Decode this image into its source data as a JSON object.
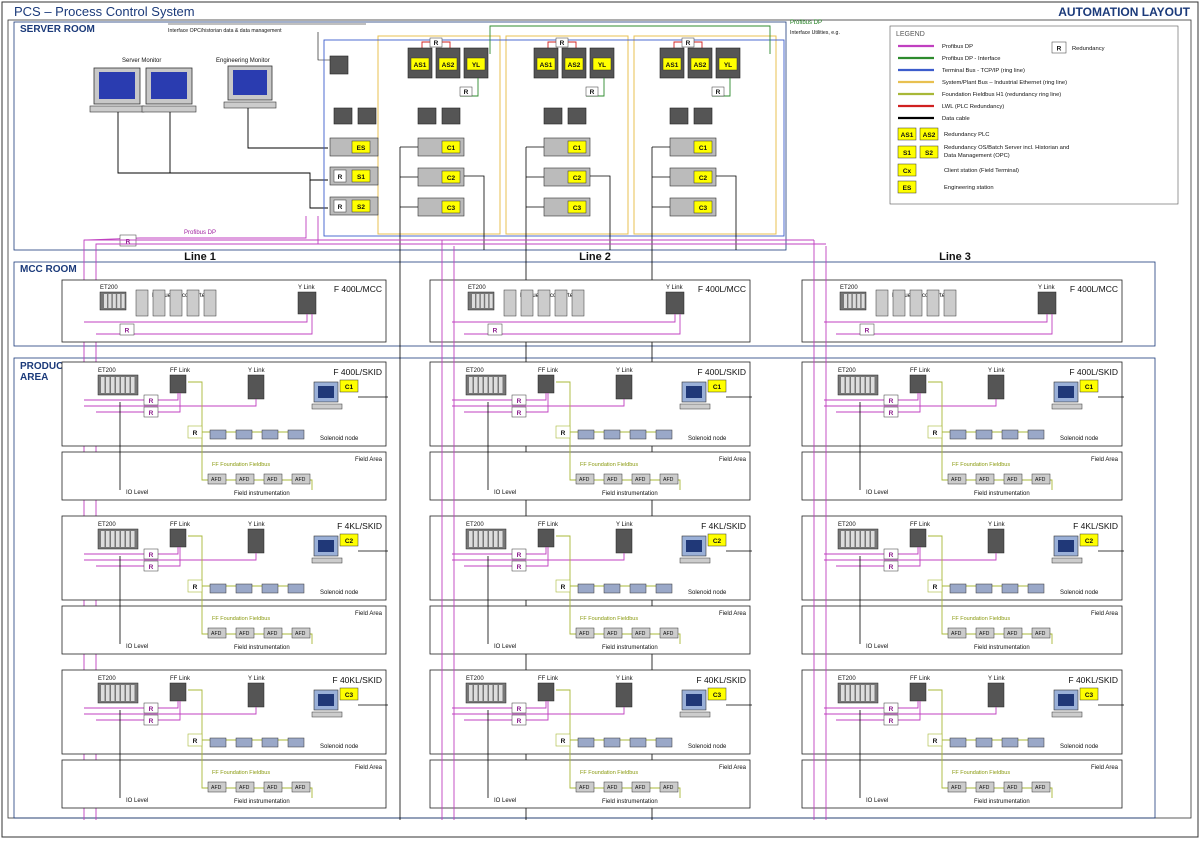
{
  "title": "PCS – Process Control System",
  "layout_title": "AUTOMATION LAYOUT",
  "sections": {
    "server_room": "SERVER ROOM",
    "mcc_room": "MCC ROOM",
    "production_l1": "PRODUCTION",
    "production_l2": "AREA"
  },
  "server": {
    "server_monitor": "Server Monitor",
    "engineering_monitor": "Engineering Monitor",
    "interface_opc": "Interface OPC/historian data & data management",
    "interface_utilities": "Interface Utilities, e.g.",
    "profibus_dp_top": "Profibus DP",
    "profibus_dp_left": "Profibus DP",
    "plc_as1": "AS1",
    "plc_as2": "AS2",
    "plc_yl": "YL",
    "es": "ES",
    "s1": "S1",
    "s2": "S2",
    "c1": "C1",
    "c2": "C2",
    "c3": "C3",
    "r": "R"
  },
  "lines": [
    {
      "name": "Line 1"
    },
    {
      "name": "Line 2"
    },
    {
      "name": "Line 3"
    }
  ],
  "mcc": {
    "et200": "ET200",
    "fc": "Frequency converter",
    "ylink": "Y Link",
    "code": "F 400L/MCC",
    "r": "R"
  },
  "skid_codes": [
    [
      "F 400L/SKID",
      "F 4KL/SKID",
      "F 40KL/SKID"
    ],
    [
      "F 400L/SKID",
      "F 4KL/SKID",
      "F 40KL/SKID"
    ],
    [
      "F 400L/SKID",
      "F 4KL/SKID",
      "F 40KL/SKID"
    ]
  ],
  "skid": {
    "et200": "ET200",
    "fflink": "FF Link",
    "ylink": "Y Link",
    "solenoid": "Solenoid node",
    "r": "R",
    "clients": [
      "C1",
      "C2",
      "C3"
    ]
  },
  "field": {
    "area": "Field Area",
    "ff_fieldbus": "FF Foundation Fieldbus",
    "instr": "Field instrumentation",
    "io_level": "IO Level",
    "device": "AFD"
  },
  "legend": {
    "title": "LEGEND",
    "items": [
      {
        "label": "Profibus DP",
        "color": "#c040c0"
      },
      {
        "label": "Profibus DP - Interface",
        "color": "#2e8b2e"
      },
      {
        "label": "Terminal Bus - TCP/IP (ring line)",
        "color": "#3c5ccc"
      },
      {
        "label": "System/Plant Bus – Industrial Ethernet (ring line)",
        "color": "#e8c050"
      },
      {
        "label": "Foundation Fieldbus H1 (redundancy ring line)",
        "color": "#a8b838"
      },
      {
        "label": "LWL (PLC Redundancy)",
        "color": "#d02020"
      },
      {
        "label": "Data cable",
        "color": "#000000"
      }
    ],
    "redundancy_box": "R",
    "redundancy_label": "Redundancy",
    "boxes": [
      {
        "a": "AS1",
        "b": "AS2",
        "label": "Redundancy PLC"
      },
      {
        "a": "S1",
        "b": "S2",
        "label": "Redundancy OS/Batch Server incl. Historian and Data Management (OPC)"
      },
      {
        "a": "Cx",
        "b": "",
        "label": "Client station (Field Terminal)"
      },
      {
        "a": "ES",
        "b": "",
        "label": "Engineering station"
      }
    ]
  },
  "colors": {
    "profibus": "#c040c0",
    "terminal_bus": "#3c5ccc",
    "plant_bus": "#e8c050",
    "ff": "#a8b838",
    "lwl": "#d02020",
    "frame": "#1b3a7a",
    "yellow": "#ffff00"
  }
}
